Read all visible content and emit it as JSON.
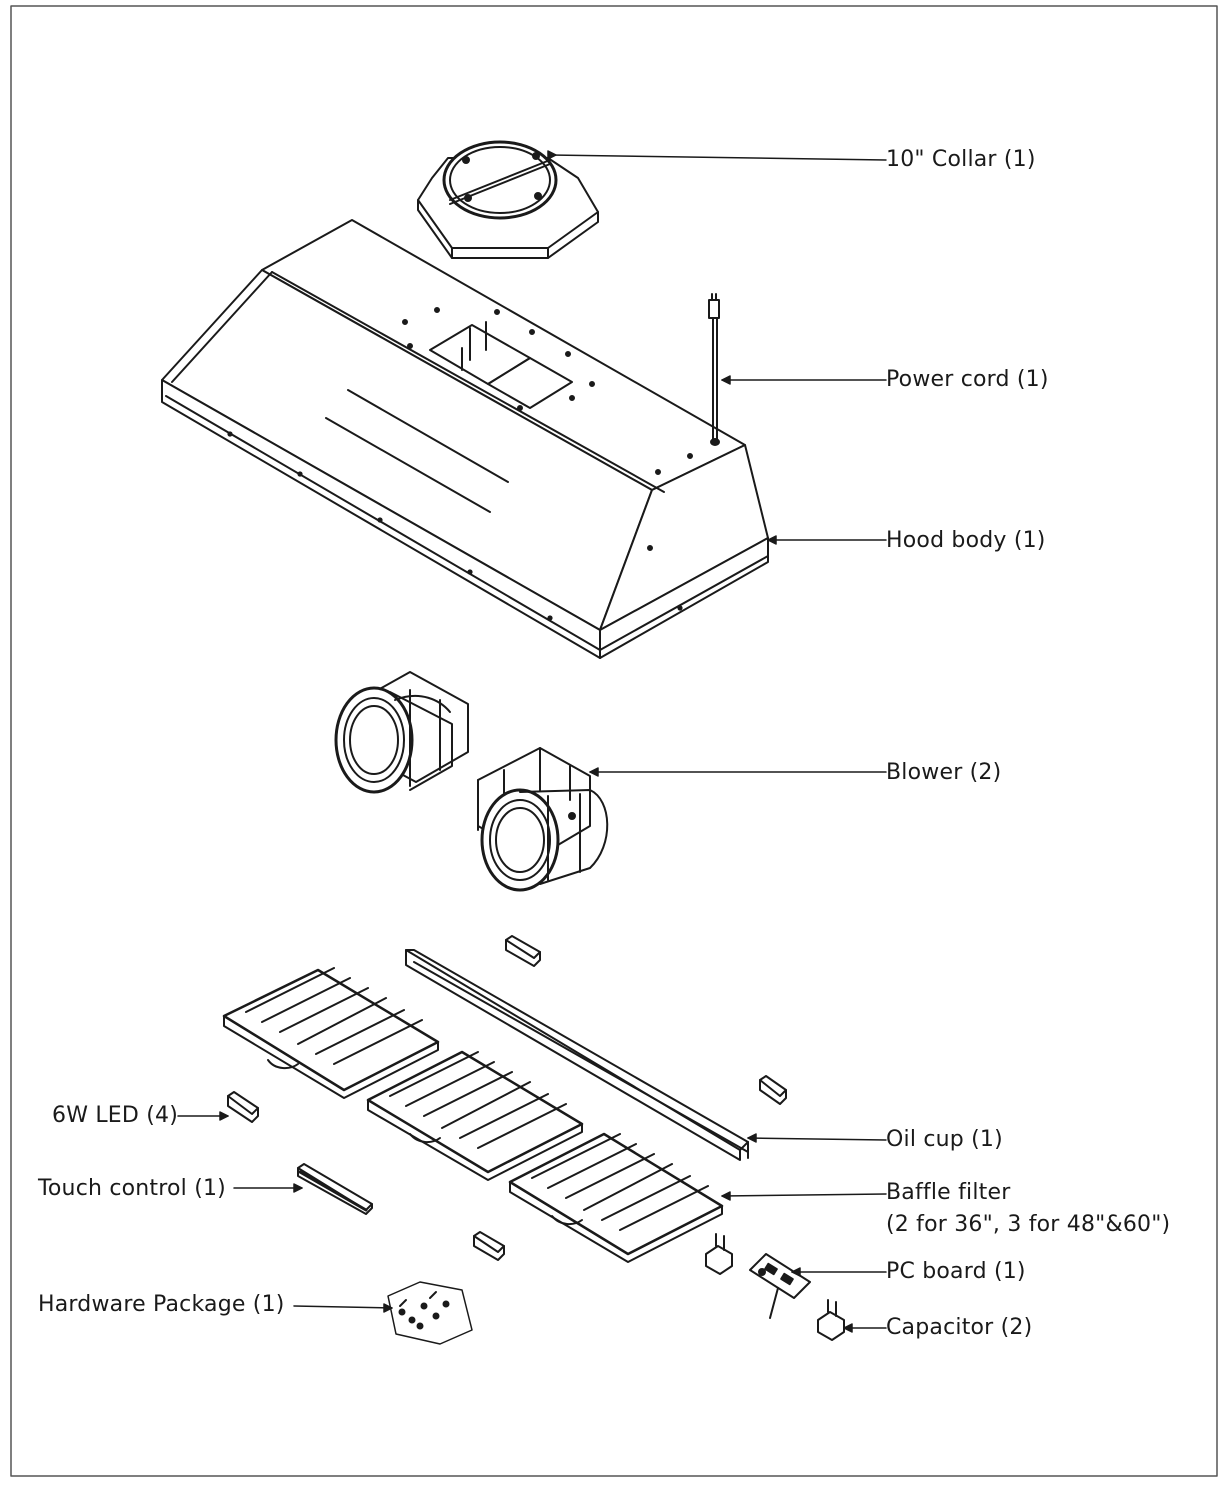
{
  "labels": {
    "collar": "10\" Collar (1)",
    "power_cord": "Power cord (1)",
    "hood_body": "Hood body (1)",
    "blower": "Blower (2)",
    "led": "6W LED (4)",
    "oil_cup": "Oil cup (1)",
    "touch_control": "Touch control (1)",
    "baffle_filter": "Baffle filter",
    "baffle_filter_note": "(2 for 36\", 3 for 48\"&60\")",
    "pc_board": "PC board (1)",
    "hardware_package": "Hardware Package (1)",
    "capacitor": "Capacitor (2)"
  },
  "colors": {
    "line": "#1a1a1a",
    "frame": "#555555",
    "background": "#ffffff"
  }
}
